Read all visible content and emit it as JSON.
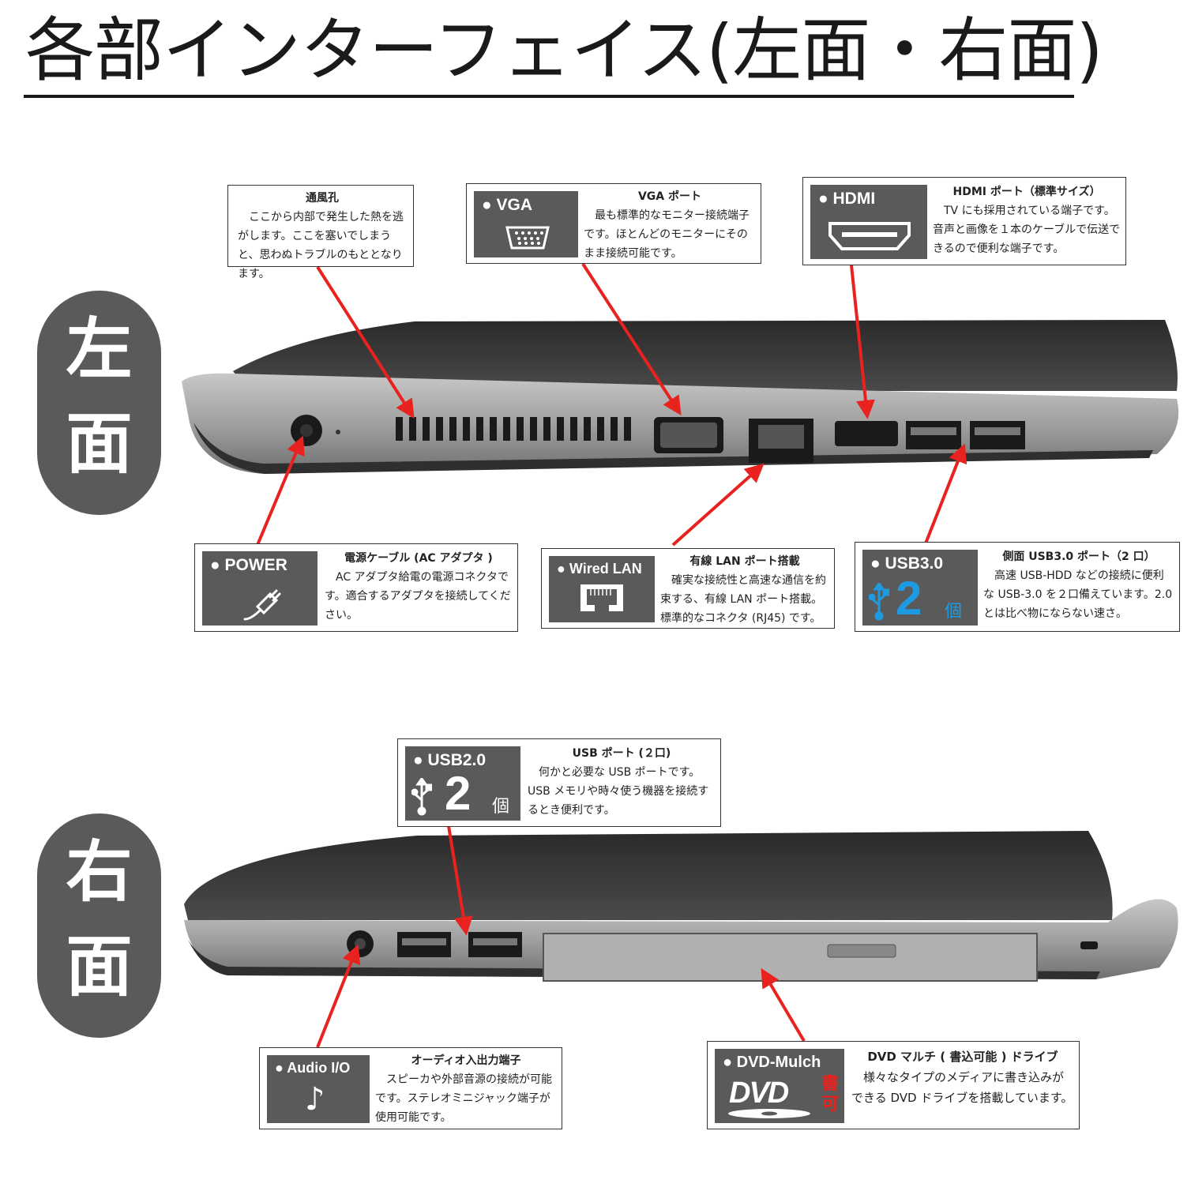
{
  "title": "各部インターフェイス(左面・右面)",
  "sides": {
    "left": [
      "左",
      "面"
    ],
    "right": [
      "右",
      "面"
    ]
  },
  "callouts": {
    "vent": {
      "heading": "通風孔",
      "body": "ここから内部で発生した熱を逃がします。ここを塞いでしまうと、思わぬトラブルのもととなります。"
    },
    "vga": {
      "label": "● VGA",
      "heading": "VGA ポート",
      "body": "最も標準的なモニター接続端子です。ほとんどのモニターにそのまま接続可能です。",
      "icon": "vga-connector-icon"
    },
    "hdmi": {
      "label": "● HDMI",
      "heading": "HDMI ポート（標準サイズ）",
      "body": "TV にも採用されている端子です。音声と画像を１本のケーブルで伝送できるので便利な端子です。",
      "icon": "hdmi-connector-icon"
    },
    "power": {
      "label": "● POWER",
      "heading": "電源ケーブル (AC アダプタ )",
      "body": "AC アダプタ給電の電源コネクタです。適合するアダプタを接続してください。",
      "icon": "power-plug-icon"
    },
    "lan": {
      "label": "● Wired LAN",
      "heading": "有線 LAN ポート搭載",
      "body": "確実な接続性と高速な通信を約束する、有線 LAN ポート搭載。標準的なコネクタ (RJ45) です。",
      "icon": "rj45-port-icon"
    },
    "usb3": {
      "label": "● USB3.0",
      "count": "2",
      "unit": "個",
      "heading": "側面 USB3.0 ポート（2 口）",
      "body": "高速 USB-HDD などの接続に便利な USB-3.0 を２口備えています。2.0 とは比べ物にならない速さ。",
      "icon": "usb-icon"
    },
    "usb2": {
      "label": "● USB2.0",
      "count": "2",
      "unit": "個",
      "heading": "USB ポート (２口)",
      "body": "何かと必要な USB ポートです。USB メモリや時々使う機器を接続するとき便利です。",
      "icon": "usb-icon"
    },
    "audio": {
      "label": "● Audio I/O",
      "heading": "オーディオ入出力端子",
      "body": "スピーカや外部音源の接続が可能です。ステレオミニジャック端子が使用可能です。",
      "icon": "music-note-icon",
      "glyph": "♪"
    },
    "dvd": {
      "label": "● DVD-Mulch",
      "logo": "DVD",
      "badge": [
        "書",
        "可"
      ],
      "heading": "DVD マルチ ( 書込可能 ) ドライブ",
      "body": "様々なタイプのメディアに書き込みができる DVD ドライブを搭載しています。",
      "icon": "dvd-logo-icon"
    }
  },
  "colors": {
    "badge_gray": "#5a5a5a",
    "arrow_red": "#e8231f",
    "usb_blue": "#1e9be0",
    "dvd_red": "#e8231f"
  }
}
